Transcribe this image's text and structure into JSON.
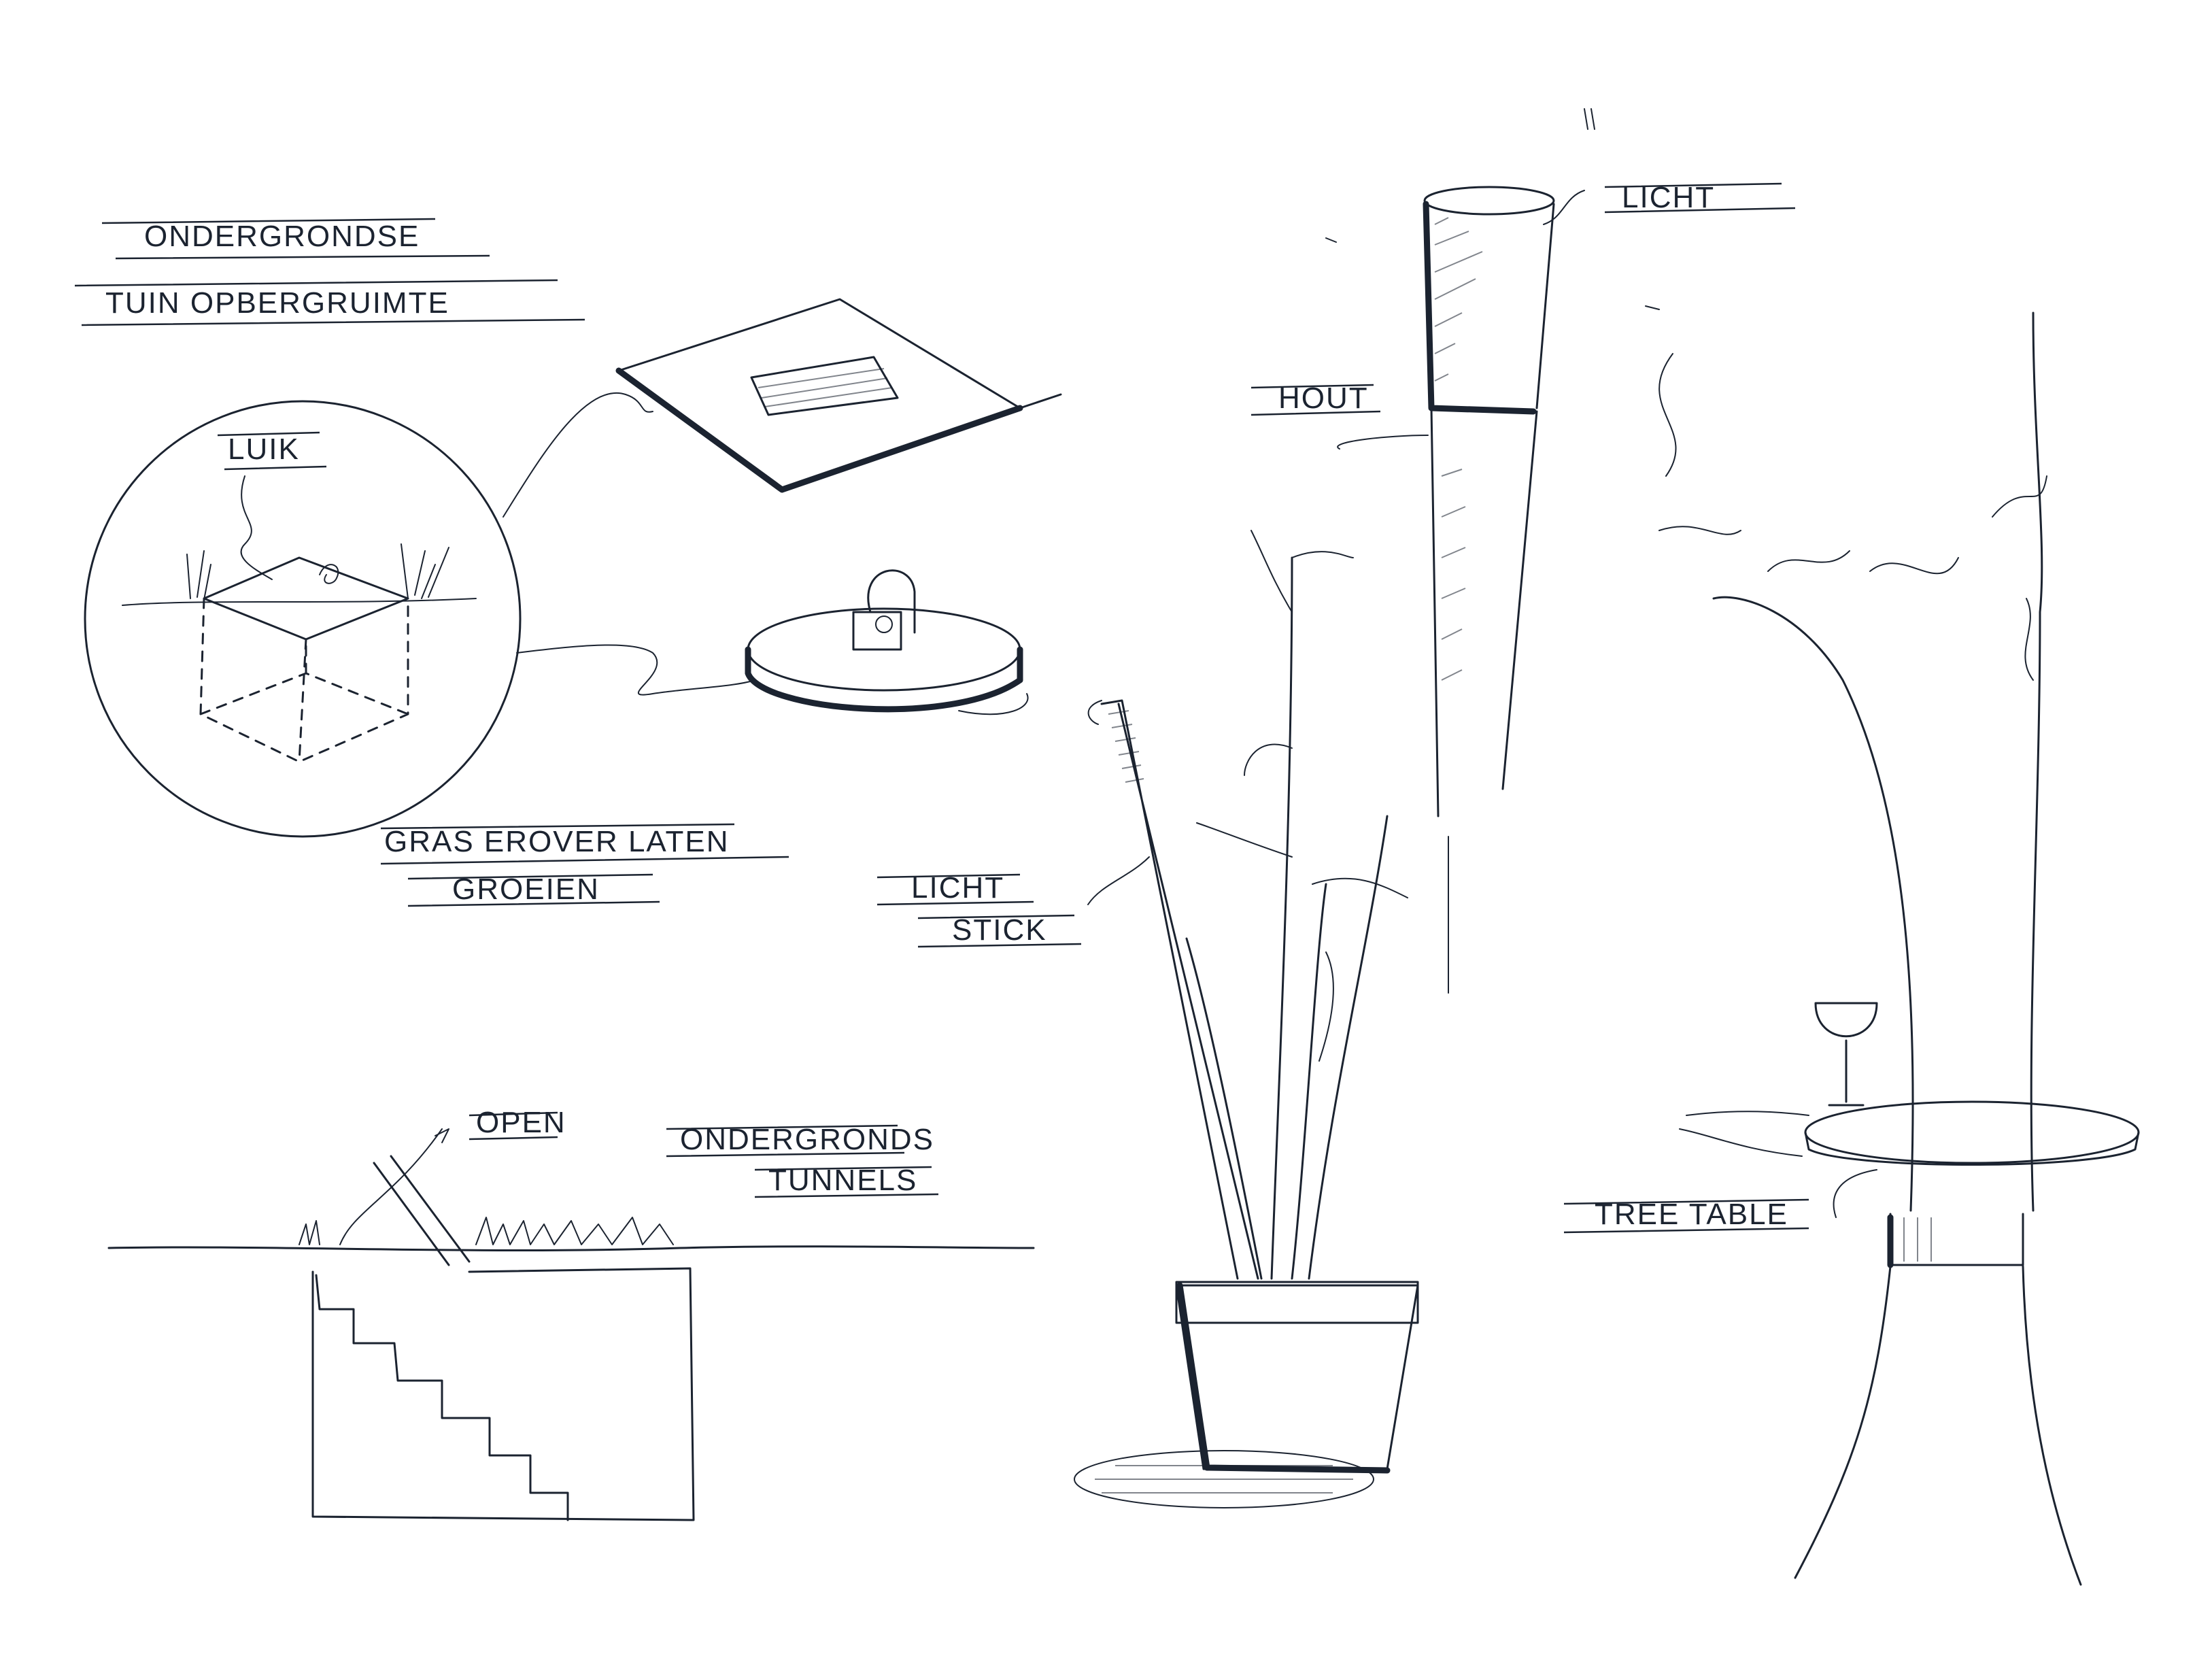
{
  "labels": {
    "title_line1": "ONDERGRONDSE",
    "title_line2": "TUIN OPBERGRUIMTE",
    "luik": "LUIK",
    "gras_line1": "GRAS EROVER LATEN",
    "gras_line2": "GROEIEN",
    "open": "OPEN",
    "tunnel_line1": "ONDERGRONDS",
    "tunnel_line2": "TUNNELS",
    "light_stick_line1": "LICHT",
    "light_stick_line2": "STICK",
    "licht_top": "LICHT",
    "hout": "HOUT",
    "tree_table": "TREE TABLE"
  },
  "colors": {
    "ink": "#1b2330",
    "paper": "#ffffff"
  }
}
